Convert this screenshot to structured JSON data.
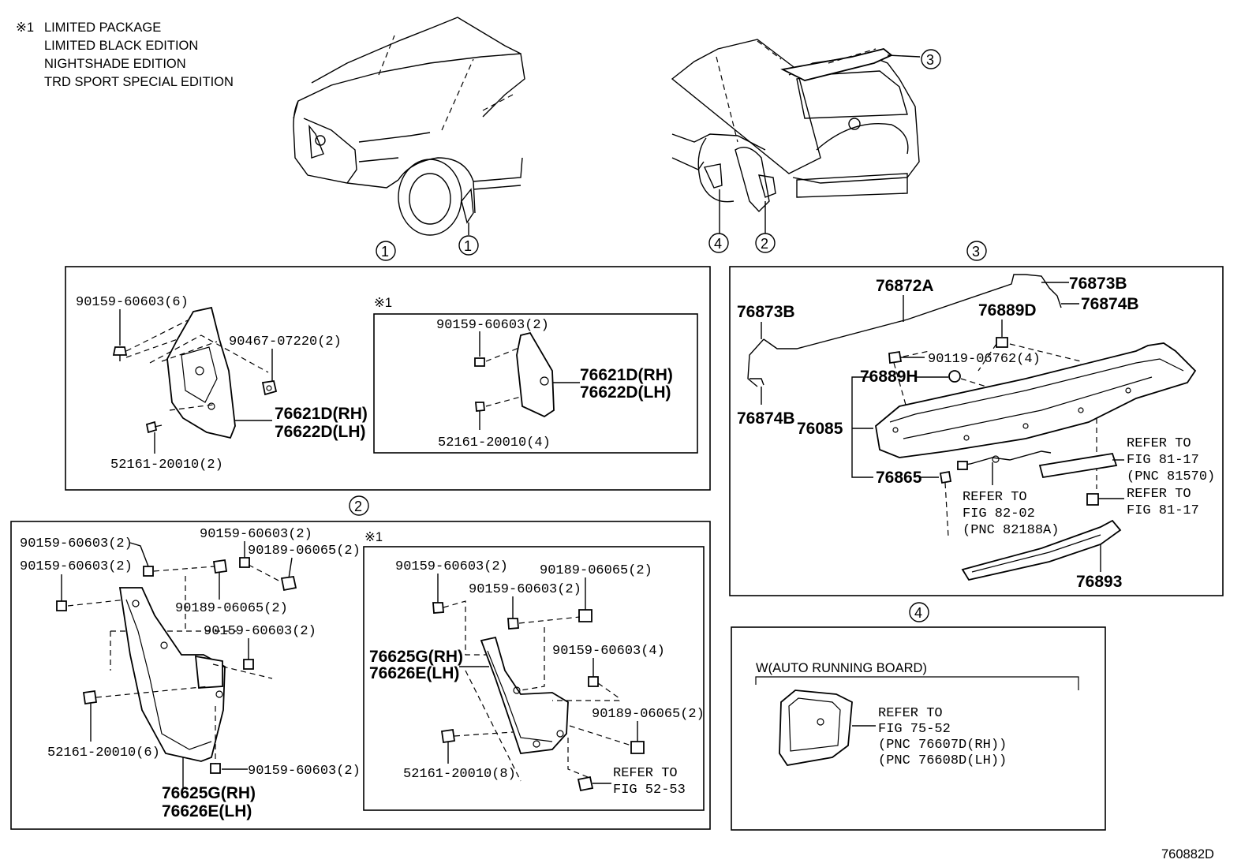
{
  "note": {
    "marker": "※1",
    "lines": [
      "LIMITED PACKAGE",
      "LIMITED BLACK EDITION",
      "NIGHTSHADE EDITION",
      "TRD SPORT SPECIAL EDITION"
    ]
  },
  "callouts": {
    "c1": "1",
    "c2": "2",
    "c3": "3",
    "c4": "4"
  },
  "section1": {
    "parts": {
      "screw_top": "90159-60603(6)",
      "nut": "90467-07220(2)",
      "mudguard_rh": "76621D(RH)",
      "mudguard_lh": "76622D(LH)",
      "clip": "52161-20010(2)"
    },
    "sub": {
      "marker": "※1",
      "screw": "90159-60603(2)",
      "mudguard_rh": "76621D(RH)",
      "mudguard_lh": "76622D(LH)",
      "clip": "52161-20010(4)"
    }
  },
  "section2": {
    "parts": {
      "screw_a": "90159-60603(2)",
      "screw_b": "90159-60603(2)",
      "screw_c": "90159-60603(2)",
      "nut_a": "90189-06065(2)",
      "nut_b": "90189-06065(2)",
      "screw_d": "90159-60603(2)",
      "clip": "52161-20010(6)",
      "screw_e": "90159-60603(2)",
      "mudguard_rh": "76625G(RH)",
      "mudguard_lh": "76626E(LH)"
    },
    "sub": {
      "marker": "※1",
      "screw_a": "90159-60603(2)",
      "nut_a": "90189-06065(2)",
      "screw_b": "90159-60603(2)",
      "mudguard_rh": "76625G(RH)",
      "mudguard_lh": "76626E(LH)",
      "screw_c": "90159-60603(4)",
      "nut_b": "90189-06065(2)",
      "clip": "52161-20010(8)",
      "refer_1": "REFER TO",
      "refer_2": "FIG 52-53"
    }
  },
  "section3": {
    "parts": {
      "seal_a": "76872A",
      "seal_b_right": "76873B",
      "seal_c_right": "76874B",
      "seal_b_left": "76873B",
      "seal_c_left": "76874B",
      "clip_d": "76889D",
      "screw": "90119-06762(4)",
      "clip_h": "76889H",
      "spoiler": "76085",
      "grommet": "76865",
      "cover": "76893"
    },
    "refs": {
      "r1": [
        "REFER TO",
        "FIG 81-17",
        "(PNC 81570)"
      ],
      "r2": [
        "REFER TO",
        "FIG 81-17"
      ],
      "r3": [
        "REFER TO",
        "FIG 82-02",
        "(PNC 82188A)"
      ]
    }
  },
  "section4": {
    "condition": "W(AUTO RUNNING BOARD)",
    "refs": [
      "REFER TO",
      "FIG 75-52",
      "(PNC 76607D(RH))",
      "(PNC 76608D(LH))"
    ]
  },
  "footer": {
    "code": "760882D"
  }
}
